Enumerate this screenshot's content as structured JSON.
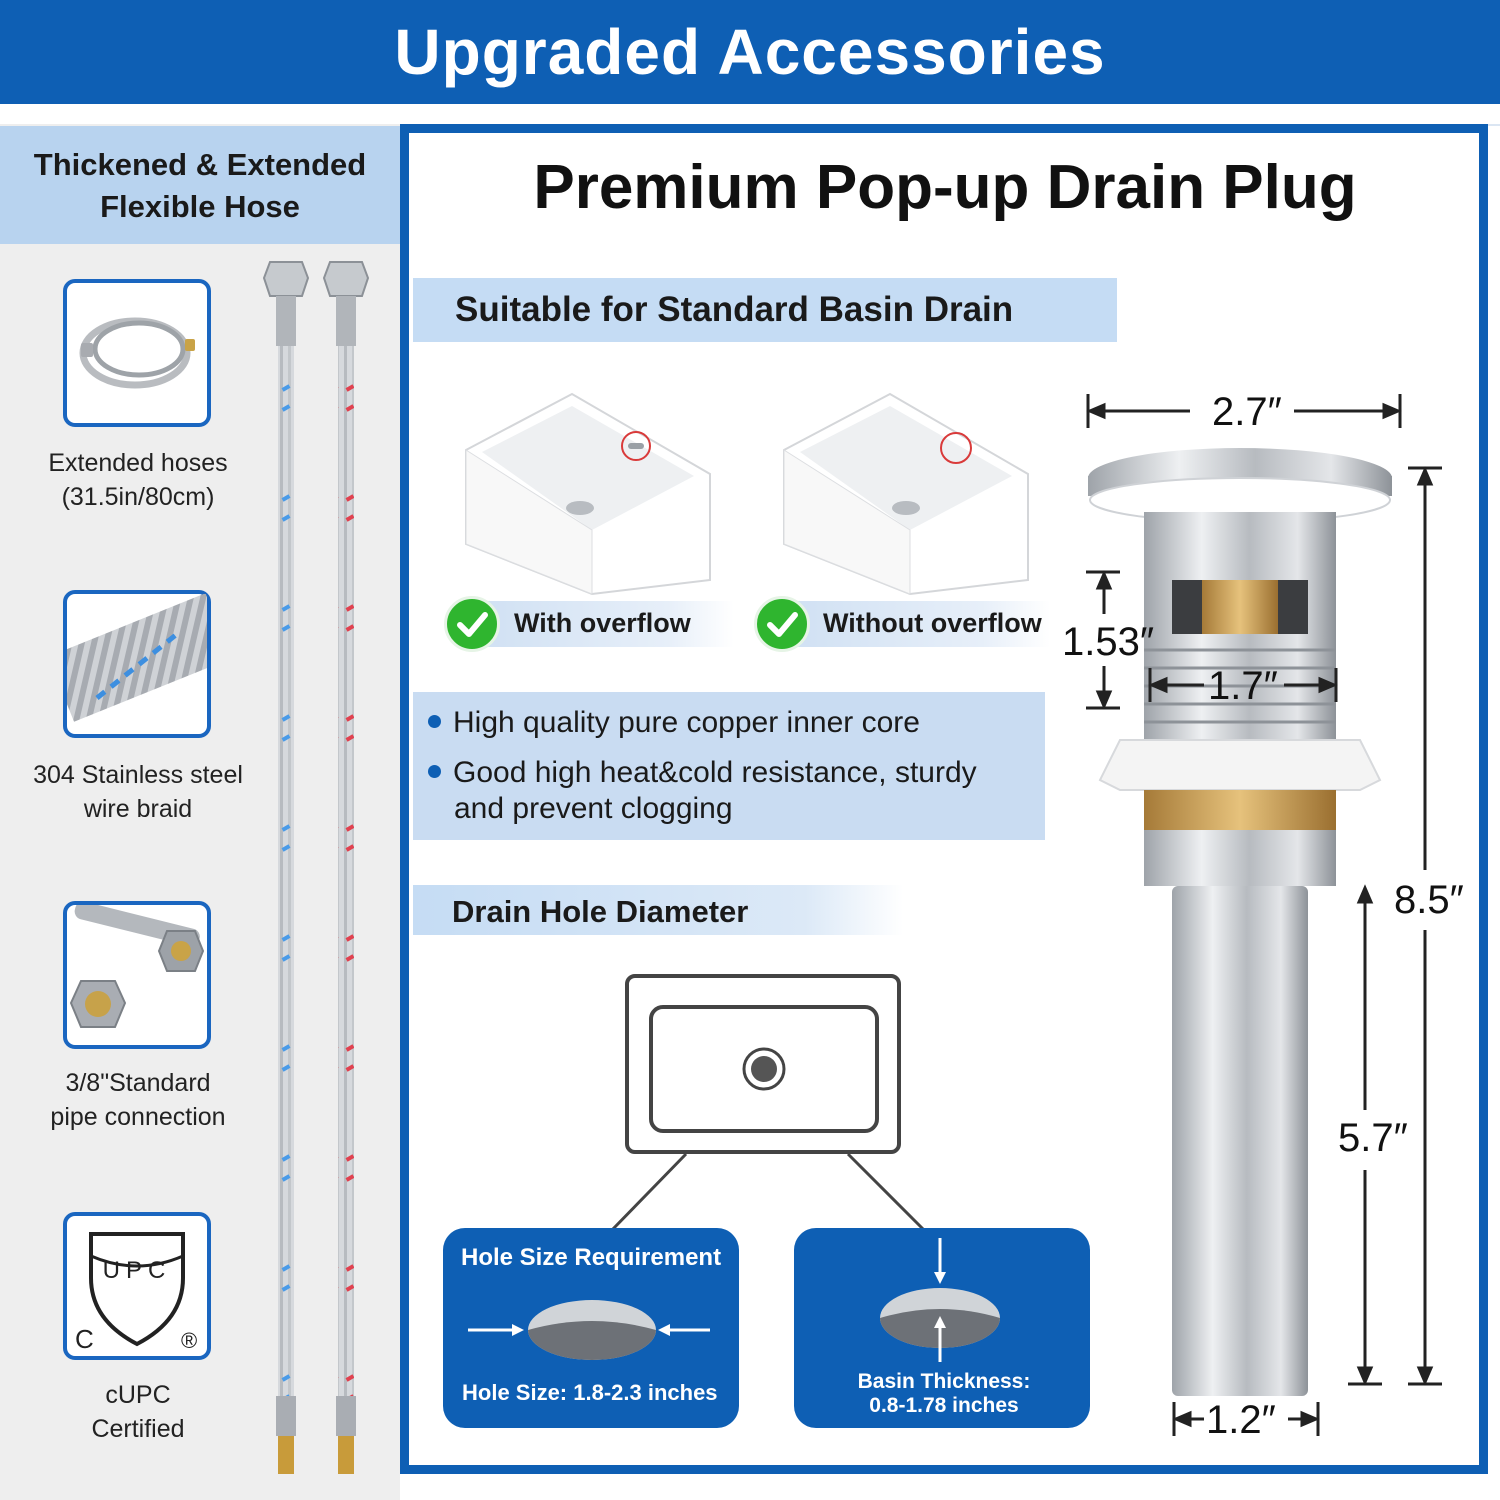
{
  "header": {
    "title": "Upgraded Accessories"
  },
  "left_panel": {
    "heading_line1": "Thickened & Extended",
    "heading_line2": "Flexible Hose",
    "items": [
      {
        "icon": "coiled-hose-icon",
        "caption_line1": "Extended hoses",
        "caption_line2": "(31.5in/80cm)"
      },
      {
        "icon": "braided-hose-icon",
        "caption_line1": "304 Stainless steel",
        "caption_line2": "wire braid"
      },
      {
        "icon": "hose-connector-icon",
        "caption_line1": "3/8\"Standard",
        "caption_line2": "pipe connection"
      },
      {
        "icon": "cupc-shield-icon",
        "caption_line1": "cUPC",
        "caption_line2": "Certified"
      }
    ],
    "cupc_logo": {
      "letters": "UPC",
      "c": "C",
      "reg": "®"
    }
  },
  "main": {
    "title": "Premium Pop-up Drain Plug",
    "subheading": "Suitable for Standard Basin Drain",
    "overflow_options": [
      {
        "label": "With overflow"
      },
      {
        "label": "Without overflow"
      }
    ],
    "features": [
      {
        "line1": "High quality pure copper inner core",
        "line2": ""
      },
      {
        "line1": "Good high heat&cold resistance, sturdy",
        "line2": "and prevent clogging"
      }
    ],
    "drain_hole": {
      "heading": "Drain Hole Diameter",
      "hole_card": {
        "title": "Hole Size Requirement",
        "text": "Hole Size: 1.8-2.3 inches"
      },
      "thickness_card": {
        "line1": "Basin Thickness:",
        "line2": "0.8-1.78 inches"
      }
    },
    "dimensions": {
      "cap_width": "2.7″",
      "body_height": "1.53″",
      "thread_width": "1.7″",
      "total_height": "8.5″",
      "tail_height": "5.7″",
      "tail_width": "1.2″"
    }
  },
  "colors": {
    "brand_blue": "#0e5fb4",
    "light_blue": "#c5dcf4",
    "check_green": "#2fb52f"
  }
}
